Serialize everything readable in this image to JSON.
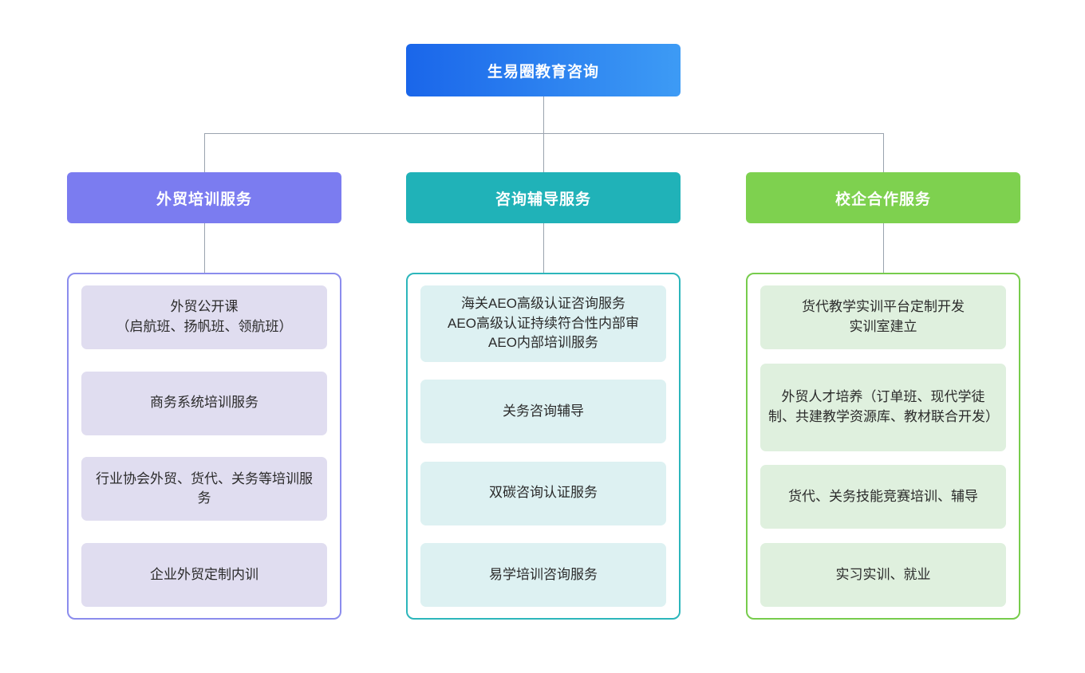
{
  "chart_data": {
    "type": "tree-diagram",
    "title": "生易圈教育咨询",
    "orientation": "top-down",
    "levels": 3
  },
  "root": {
    "label": "生易圈教育咨询",
    "color_start": "#1a66ea",
    "color_end": "#3d9bf5"
  },
  "connector_color": "#9aa3af",
  "branches": [
    {
      "header": "外贸培训服务",
      "accent": "#7b7cf0",
      "card_fill": "#e0ddf0",
      "border": "#8b8ced",
      "items": [
        "外贸公开课\n（启航班、扬帆班、领航班）",
        "商务系统培训服务",
        "行业协会外贸、货代、关务等培训服务",
        "企业外贸定制内训"
      ]
    },
    {
      "header": "咨询辅导服务",
      "accent": "#20b2b8",
      "card_fill": "#ddf1f2",
      "border": "#2cb6bb",
      "items": [
        "海关AEO高级认证咨询服务\nAEO高级认证持续符合性内部审\nAEO内部培训服务",
        "关务咨询辅导",
        "双碳咨询认证服务",
        "易学培训咨询服务"
      ]
    },
    {
      "header": "校企合作服务",
      "accent": "#7ed14f",
      "card_fill": "#dff0de",
      "border": "#77cc4c",
      "items": [
        "货代教学实训平台定制开发\n实训室建立",
        "外贸人才培养（订单班、现代学徒制、共建教学资源库、教材联合开发）",
        "货代、关务技能竞赛培训、辅导",
        "实习实训、就业"
      ]
    }
  ]
}
